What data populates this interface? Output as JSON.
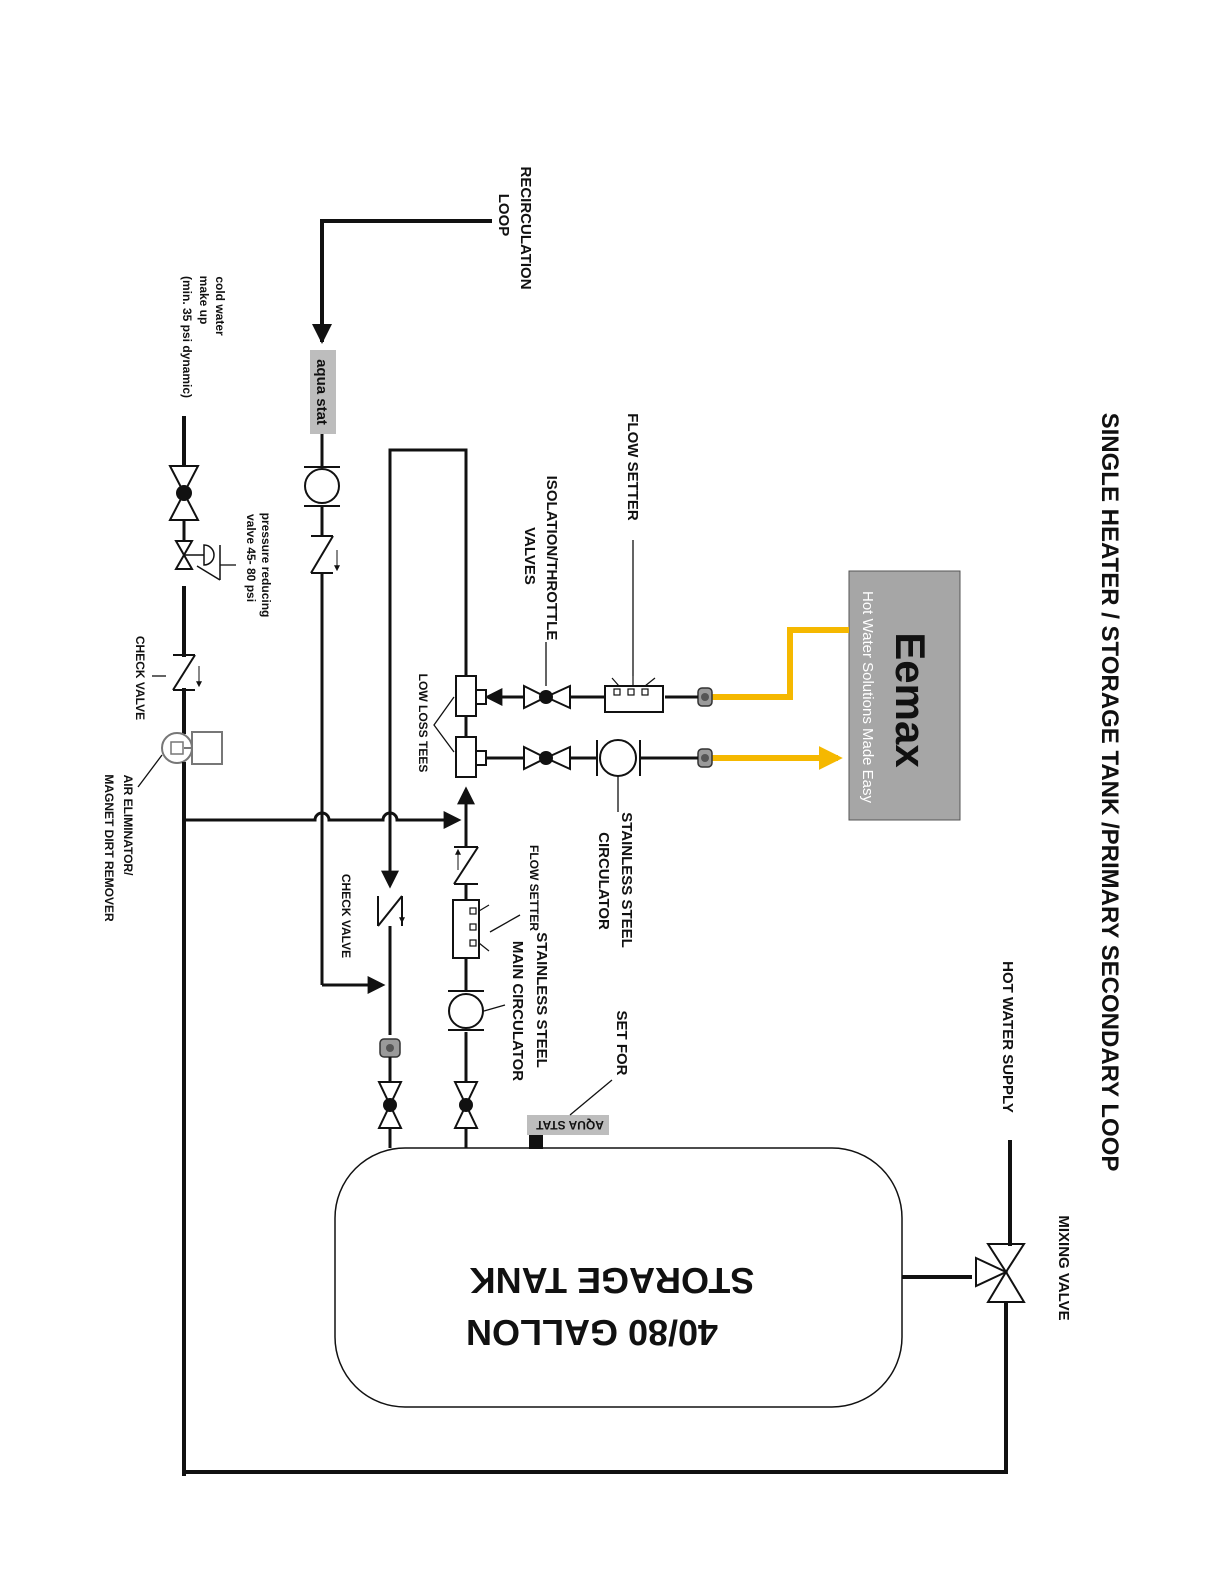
{
  "title": "SINGLE HEATER / STORAGE TANK /PRIMARY SECONDARY LOOP",
  "heater": {
    "brand": "Eemax",
    "tagline": "Hot Water Solutions Made Easy",
    "box_color": "#a6a6a6"
  },
  "colors": {
    "hot_supply": "#f5b800",
    "pipe": "#111111",
    "aquastat_fill": "#bdbdbd"
  },
  "labels": {
    "flow_setter_top": "FLOW SETTER",
    "isolation_valves_1": "ISOLATION/THROTTLE",
    "isolation_valves_2": "VALVES",
    "recirculation_1": "RECIRCULATION",
    "recirculation_2": "LOOP",
    "cold_water_1": "cold water",
    "cold_water_2": "make up",
    "cold_water_3": "(min. 35 psi dynamic)",
    "aqua_stat_upper": "aqua stat",
    "prv_1": "pressure reducing",
    "prv_2": "valve 45- 80 psi",
    "check_valve_left": "CHECK VALVE",
    "low_loss_tees": "LOW LOSS TEES",
    "air_eliminator_1": "AIR ELIMINATOR/",
    "air_eliminator_2": "MAGNET DIRT REMOVER",
    "ss_circulator_1": "STAINLESS STEEL",
    "ss_circulator_2": "CIRCULATOR",
    "check_valve_mid": "CHECK VALVE",
    "flow_setter_mid": "FLOW SETTER",
    "main_circ_1": "STAINLESS STEEL",
    "main_circ_2": "MAIN  CIRCULATOR",
    "set_for": "SET FOR",
    "aqua_stat_tank": "AQUA STAT",
    "hot_water_supply": "HOT WATER SUPPLY",
    "mixing_valve": "MIXING VALVE",
    "tank_1": "STORAGE TANK",
    "tank_2": "40/80 GALLON"
  }
}
